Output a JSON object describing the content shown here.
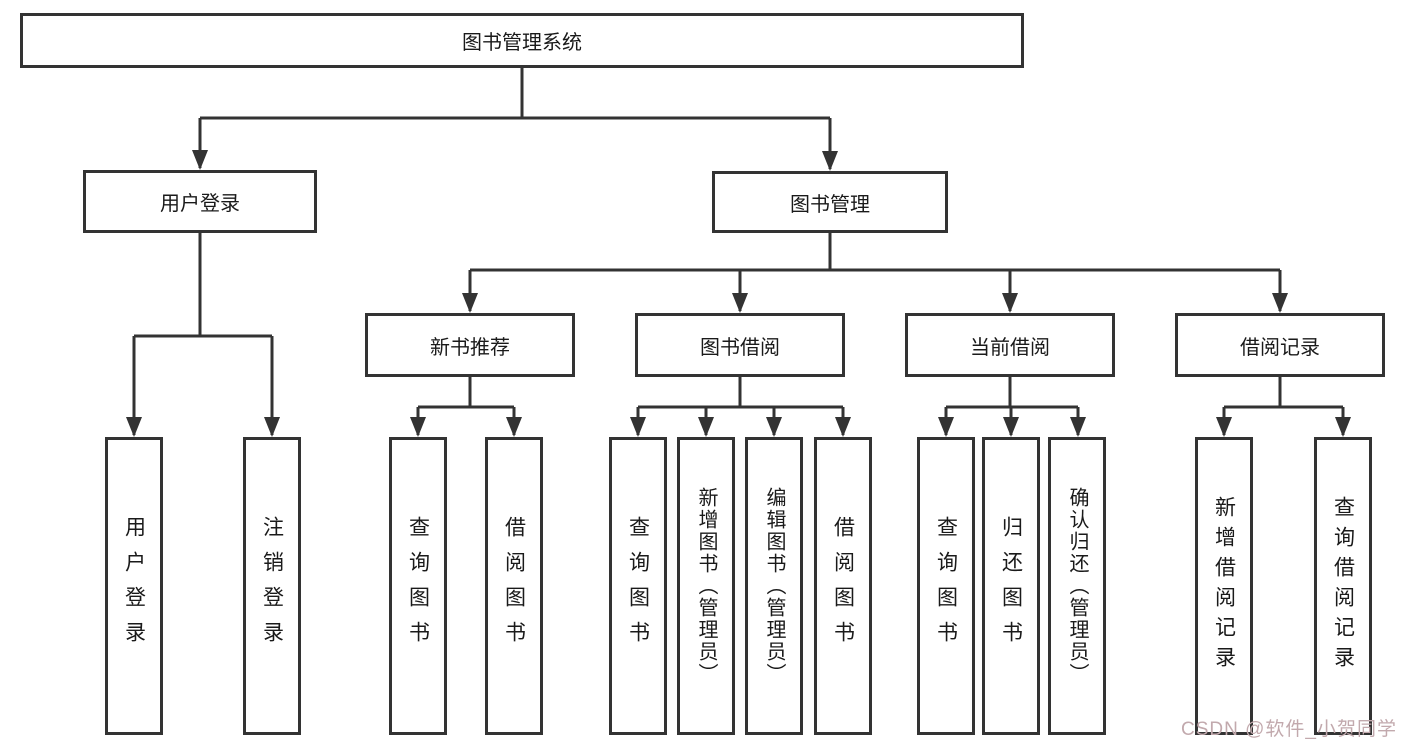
{
  "colors": {
    "line": "#333333",
    "text": "#1a1a1a",
    "box_bg": "#ffffff"
  },
  "watermark": {
    "text": "CSDN @软件_小贺同学",
    "color": "#c2a9ad"
  },
  "nodes": {
    "root": "图书管理系统",
    "user_login": "用户登录",
    "book_mgmt": "图书管理",
    "new_book_rec": "新书推荐",
    "book_borrow": "图书借阅",
    "current_borrow": "当前借阅",
    "borrow_records": "借阅记录",
    "leaf_user_login": "用户登录",
    "leaf_logout": "注销登录",
    "leaf_nb_query": "查询图书",
    "leaf_nb_borrow": "借阅图书",
    "leaf_bb_query": "查询图书",
    "leaf_bb_add": "新增图书（管理员）",
    "leaf_bb_edit": "编辑图书（管理员）",
    "leaf_bb_borrow": "借阅图书",
    "leaf_cb_query": "查询图书",
    "leaf_cb_return": "归还图书",
    "leaf_cb_confirm": "确认归还（管理员）",
    "leaf_br_add": "新增借阅记录",
    "leaf_br_query": "查询借阅记录"
  }
}
